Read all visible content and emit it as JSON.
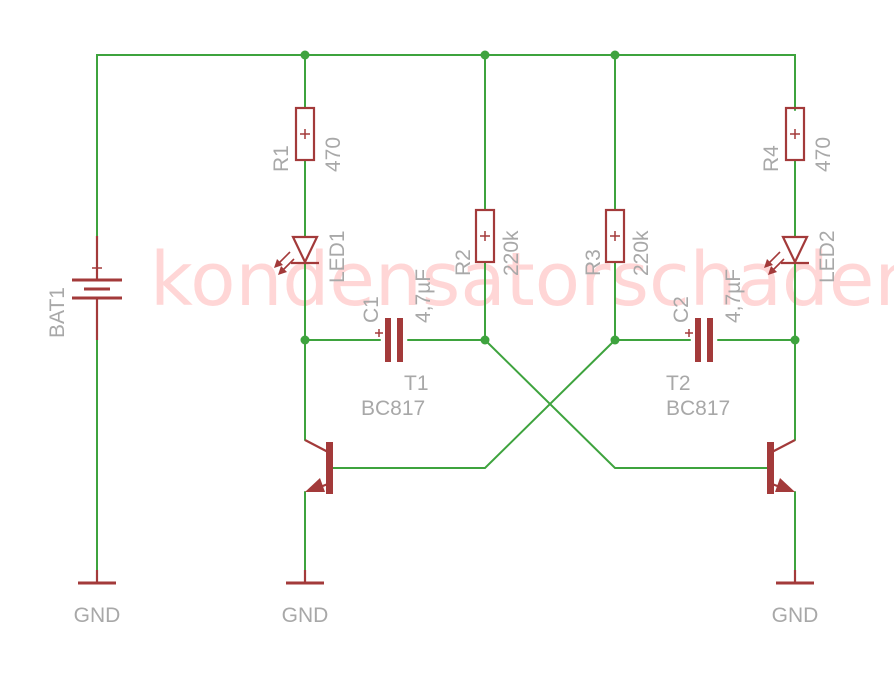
{
  "watermark": "kondensatorschaden",
  "battery": {
    "name": "BAT1"
  },
  "resistors": [
    {
      "name": "R1",
      "value": "470"
    },
    {
      "name": "R2",
      "value": "220k"
    },
    {
      "name": "R3",
      "value": "220k"
    },
    {
      "name": "R4",
      "value": "470"
    }
  ],
  "leds": [
    {
      "name": "LED1"
    },
    {
      "name": "LED2"
    }
  ],
  "capacitors": [
    {
      "name": "C1",
      "value": "4,7µF"
    },
    {
      "name": "C2",
      "value": "4,7µF"
    }
  ],
  "transistors": [
    {
      "name": "T1",
      "value": "BC817"
    },
    {
      "name": "T2",
      "value": "BC817"
    }
  ],
  "grounds": [
    "GND",
    "GND",
    "GND"
  ],
  "colors": {
    "wire": "#3ea33e",
    "component": "#a33a3a",
    "label": "#a8a8a8",
    "watermark": "#ffcfcf"
  }
}
